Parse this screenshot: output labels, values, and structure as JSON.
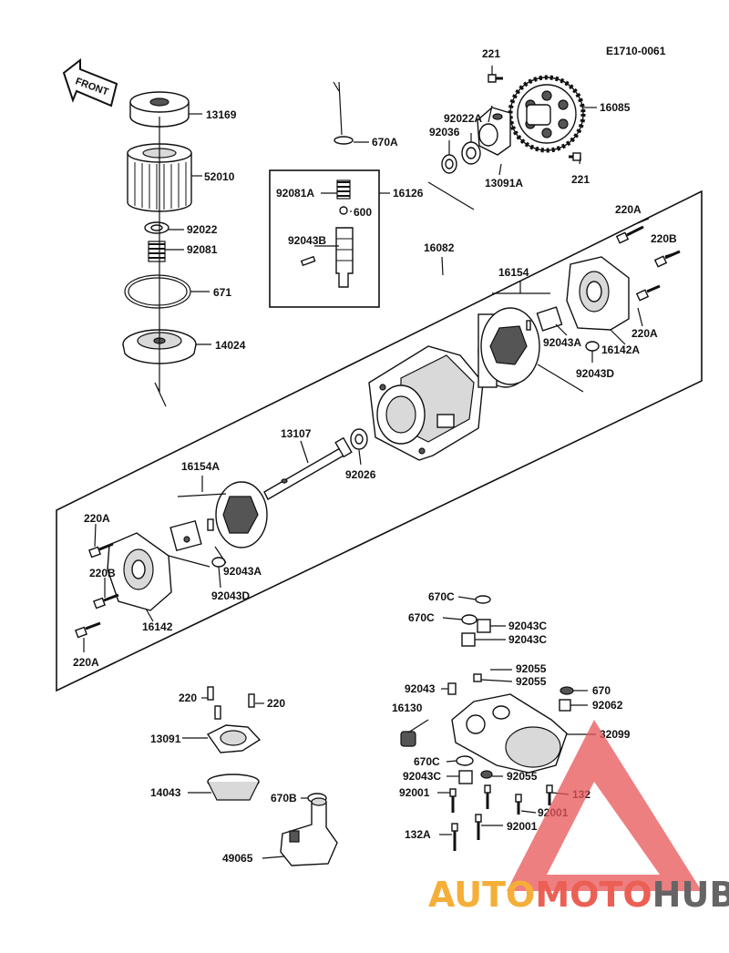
{
  "diagram_code": "E1710-0061",
  "front_label": "FRONT",
  "watermark": {
    "part_a": "AUTO",
    "part_b": "MOTO",
    "part_c": "HUB",
    "color_a": "#f5a623",
    "color_b": "#e94e43",
    "color_c": "#555555",
    "triangle_color": "#e9585a"
  },
  "callouts": [
    "221",
    "16085",
    "92022A",
    "92036",
    "13091A",
    "221",
    "13169",
    "52010",
    "92022",
    "92081",
    "671",
    "14024",
    "670A",
    "92081A",
    "16126",
    "600",
    "92043B",
    "220A",
    "220B",
    "16082",
    "16154",
    "92043A",
    "16142A",
    "220A",
    "92043D",
    "13107",
    "92026",
    "16154A",
    "220A",
    "220B",
    "92043A",
    "92043D",
    "16142",
    "220A",
    "670C",
    "670C",
    "92043C",
    "92043C",
    "92055",
    "92043",
    "92055",
    "670",
    "16130",
    "92062",
    "32099",
    "670C",
    "92043C",
    "92055",
    "92001",
    "132",
    "92001",
    "92001",
    "132A",
    "220",
    "220",
    "13091",
    "14043",
    "670B",
    "49065"
  ]
}
